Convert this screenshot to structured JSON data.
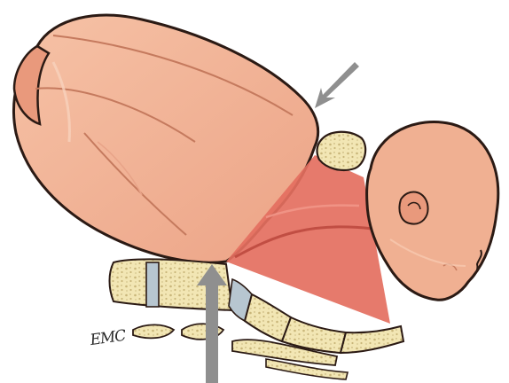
{
  "illustration": {
    "signature": "EMC",
    "colors": {
      "skin": "#f0b092",
      "skin_highlight": "#f8cdb5",
      "skin_shadow": "#d98b6e",
      "outline": "#2b1a14",
      "ultrasound_sector": "#e46f5f",
      "ultrasound_sector_dark": "#c94f43",
      "bone": "#f2e6b4",
      "bone_marrow": "#c9b67a",
      "intervertebral_disc": "#b7c6d0",
      "arrow": "#8f8f8f"
    },
    "icons": [
      "downward-pressure-arrow",
      "upward-pressure-arrow"
    ]
  }
}
